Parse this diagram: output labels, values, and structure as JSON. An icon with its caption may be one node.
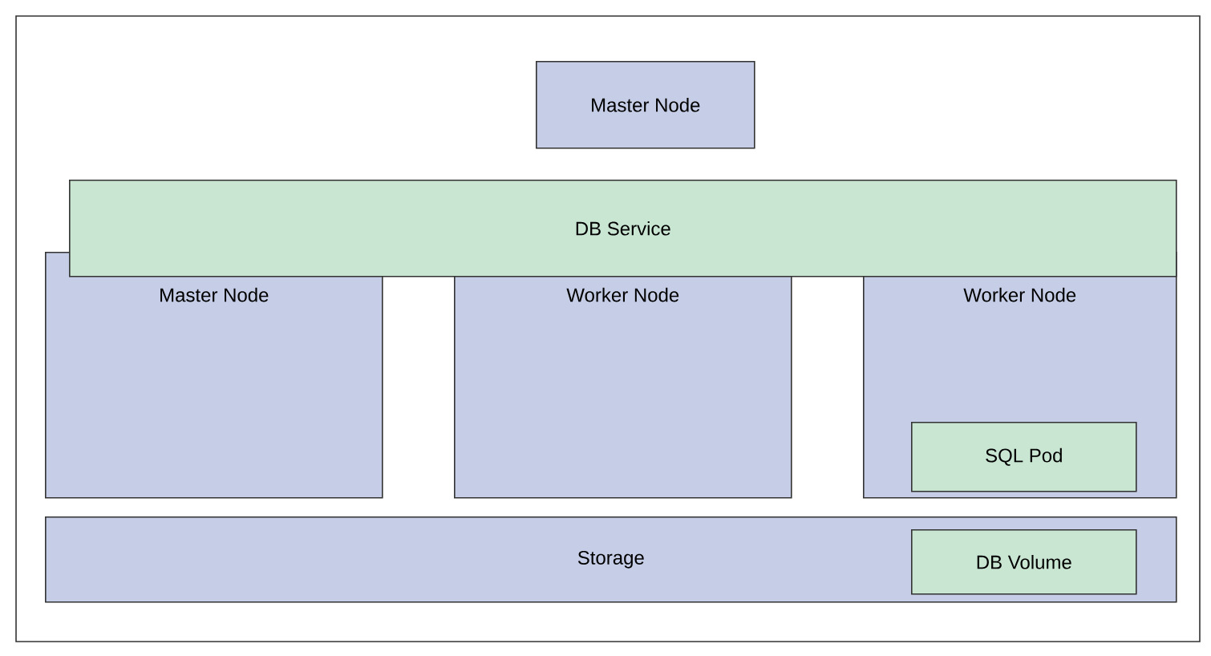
{
  "diagram": {
    "nodes": [
      {
        "text": [
          "Master Node"
        ]
      },
      {
        "text": [
          "DB Service"
        ]
      },
      {
        "text": [
          "Master Node"
        ]
      },
      {
        "text": [
          "Worker Node"
        ]
      },
      {
        "text": [
          "Worker Node"
        ]
      },
      {
        "text": [
          "SQL Pod"
        ],
        "in": 4
      },
      {
        "text": [
          "Storage"
        ]
      },
      {
        "text": [
          "DB Volume"
        ],
        "in": 6
      }
    ]
  }
}
